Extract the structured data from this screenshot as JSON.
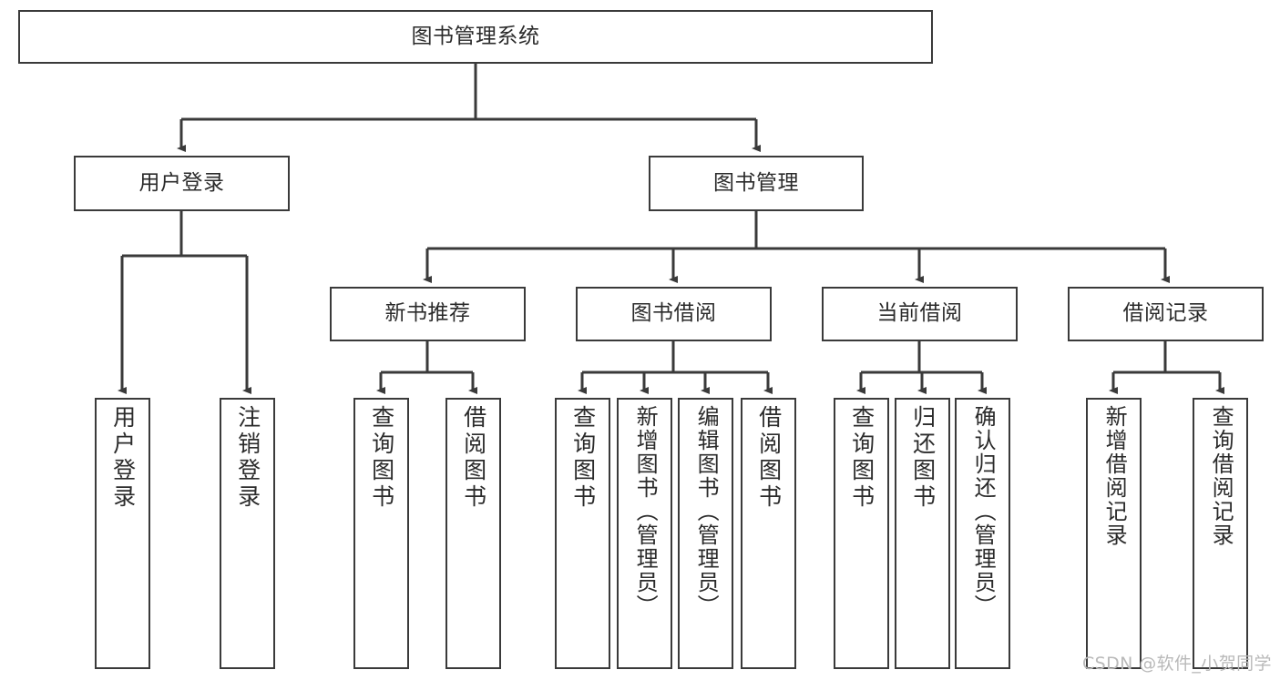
{
  "diagram": {
    "title": "图书管理系统",
    "type": "hierarchy-tree",
    "root": {
      "id": "root",
      "label": "图书管理系统"
    },
    "level2": [
      {
        "id": "user-login",
        "label": "用户登录"
      },
      {
        "id": "book-manage",
        "label": "图书管理"
      }
    ],
    "level3": [
      {
        "id": "new-book-rec",
        "label": "新书推荐",
        "parent": "book-manage"
      },
      {
        "id": "book-borrow",
        "label": "图书借阅",
        "parent": "book-manage"
      },
      {
        "id": "current-borrow",
        "label": "当前借阅",
        "parent": "book-manage"
      },
      {
        "id": "borrow-record",
        "label": "借阅记录",
        "parent": "book-manage"
      }
    ],
    "leaves": [
      {
        "id": "leaf-user-login",
        "label": "用户登录",
        "parent": "user-login"
      },
      {
        "id": "leaf-logout",
        "label": "注销登录",
        "parent": "user-login"
      },
      {
        "id": "leaf-query-book-1",
        "label": "查询图书",
        "parent": "new-book-rec"
      },
      {
        "id": "leaf-borrow-book-1",
        "label": "借阅图书",
        "parent": "new-book-rec"
      },
      {
        "id": "leaf-query-book-2",
        "label": "查询图书",
        "parent": "book-borrow"
      },
      {
        "id": "leaf-add-book",
        "label": "新增图书（管理员）",
        "parent": "book-borrow"
      },
      {
        "id": "leaf-edit-book",
        "label": "编辑图书（管理员）",
        "parent": "book-borrow"
      },
      {
        "id": "leaf-borrow-book-2",
        "label": "借阅图书",
        "parent": "book-borrow"
      },
      {
        "id": "leaf-query-book-3",
        "label": "查询图书",
        "parent": "current-borrow"
      },
      {
        "id": "leaf-return-book",
        "label": "归还图书",
        "parent": "current-borrow"
      },
      {
        "id": "leaf-confirm-return",
        "label": "确认归还（管理员）",
        "parent": "current-borrow"
      },
      {
        "id": "leaf-add-record",
        "label": "新增借阅记录",
        "parent": "borrow-record"
      },
      {
        "id": "leaf-query-record",
        "label": "查询借阅记录",
        "parent": "borrow-record"
      }
    ],
    "colors": {
      "box_border": "#3a3a3a",
      "box_fill": "#ffffff",
      "text": "#2b2b2b",
      "connector": "#3a3a3a",
      "watermark": "#b9b9b9"
    }
  },
  "watermark": {
    "text": "CSDN @软件_小贺同学"
  }
}
